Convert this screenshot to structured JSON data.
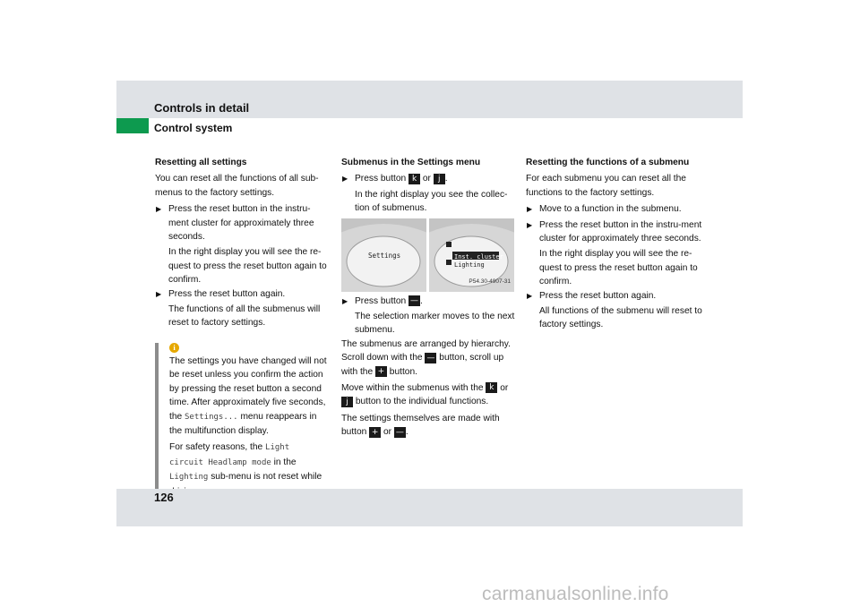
{
  "header": {
    "title": "Controls in detail",
    "subtitle": "Control system"
  },
  "footer": {
    "page_number": "126"
  },
  "watermark": "carmanualsonline.info",
  "col1": {
    "heading": "Resetting all settings",
    "intro": "You can reset all the functions of all sub-menus to the factory settings.",
    "step1": "Press the reset button in the instru-ment cluster for approximately three seconds.",
    "step1_result": "In the right display you will see the re-quest to press the reset button again to confirm.",
    "step2": "Press the reset button again.",
    "step2_result": "The functions of all the submenus will reset to factory settings.",
    "note": {
      "p1_a": "The settings you have changed will not be reset unless you confirm the action by pressing the reset button a second time. After approximately five seconds, the ",
      "p1_code": "Settings...",
      "p1_b": " menu reappears in the multifunction display.",
      "p2_a": "For safety reasons, the ",
      "p2_code1": "Light circuit Headlamp mode",
      "p2_b": " in the ",
      "p2_code2": "Lighting",
      "p2_c": " sub-menu is not reset while driving."
    }
  },
  "col2": {
    "heading": "Submenus in the Settings menu",
    "step1_a": "Press button",
    "step1_or": "or",
    "step1_end": ".",
    "step1_result": "In the right display you see the collec-tion of submenus.",
    "figure": {
      "left_label": "Settings",
      "right_item1": "Inst. cluster",
      "right_item2": "Lighting",
      "code": "P54.30-4907-31"
    },
    "step2_a": "Press button",
    "step2_end": ".",
    "step2_result": "The selection marker moves to the next submenu.",
    "p1_a": "The submenus are arranged by hierarchy. Scroll down with the",
    "p1_b": "button, scroll up with the",
    "p1_c": "button.",
    "p2_a": "Move within the submenus with the",
    "p2_or": "or",
    "p2_b": "button to the individual functions.",
    "p3_a": "The settings themselves are made with button",
    "p3_or": "or",
    "p3_end": "."
  },
  "col3": {
    "heading": "Resetting the functions of a submenu",
    "intro": "For each submenu you can reset all the functions to the factory settings.",
    "step1": "Move to a function in the submenu.",
    "step2": "Press the reset button in the instru-ment cluster for approximately three seconds.",
    "step2_result": "In the right display you will see the re-quest to press the reset button again to confirm.",
    "step3": "Press the reset button again.",
    "step3_result": "All functions of the submenu will reset to factory settings."
  },
  "glyphs": {
    "arrow": "▶",
    "key_k": "k",
    "key_j": "j",
    "key_minus": "—",
    "key_plus": "+",
    "info": "i"
  }
}
